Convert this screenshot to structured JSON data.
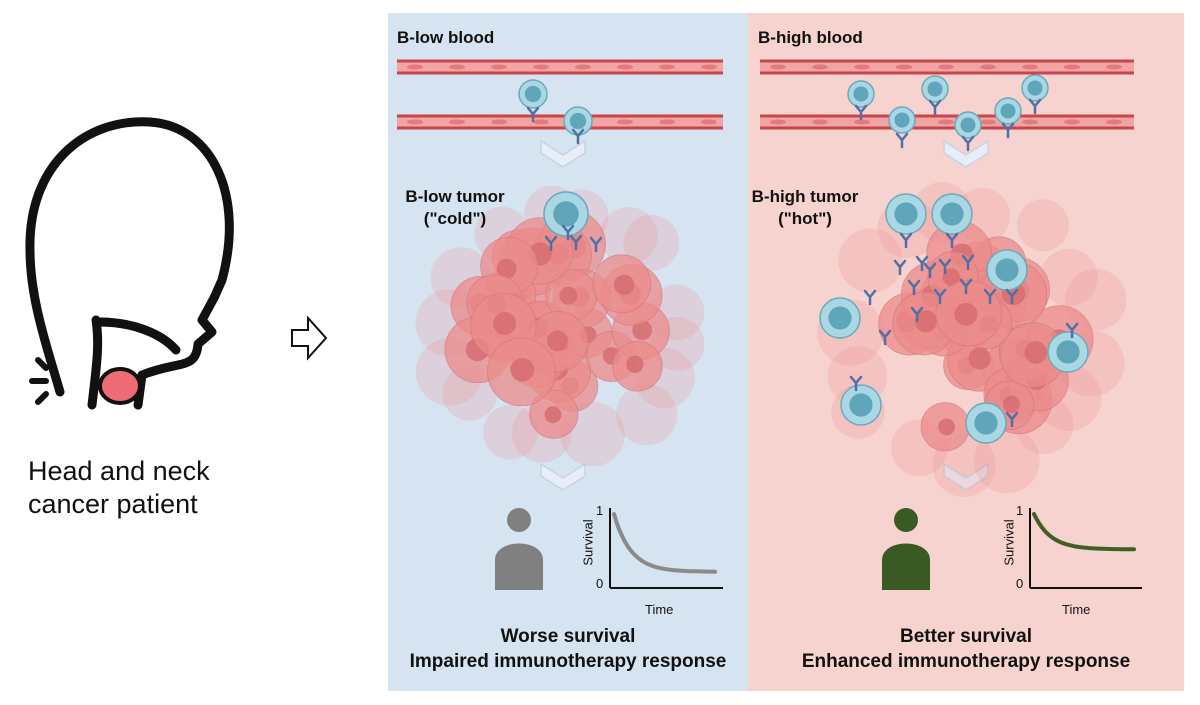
{
  "patient": {
    "caption_line1": "Head and neck",
    "caption_line2": "cancer patient",
    "skin_color": "#111111",
    "tumor_color": "#ee6a74"
  },
  "panels": {
    "low": {
      "background": "#d6e3f1",
      "blood_label": "B-low blood",
      "tumor_label_line1": "B-low tumor",
      "tumor_label_line2": "(\"cold\")",
      "person_color": "#808080",
      "curve_color": "#8a8a8a",
      "outcome_line1": "Worse survival",
      "outcome_line2": "Impaired immunotherapy response",
      "plot": {
        "ylabel": "Survival",
        "xlabel": "Time",
        "ytick_top": "1",
        "ytick_bottom": "0"
      }
    },
    "high": {
      "background": "#f6d3cf",
      "blood_label": "B-high blood",
      "tumor_label_line1": "B-high tumor",
      "tumor_label_line2": "(\"hot\")",
      "person_color": "#3a5a24",
      "curve_color": "#3f5f23",
      "outcome_line1": "Better survival",
      "outcome_line2": "Enhanced immunotherapy response",
      "plot": {
        "ylabel": "Survival",
        "xlabel": "Time",
        "ytick_top": "1",
        "ytick_bottom": "0"
      }
    }
  },
  "colors": {
    "vessel": "#c9454a",
    "vessel_cells": "#f0a4a4",
    "bcell_fill": "#a9d7e4",
    "bcell_nucleus": "#5fa6ba",
    "antibody": "#4f6fa6",
    "tumor_cell": "#ec8c8c",
    "tumor_nucleus": "#d46a6f",
    "chevron": "#e8eef7"
  }
}
